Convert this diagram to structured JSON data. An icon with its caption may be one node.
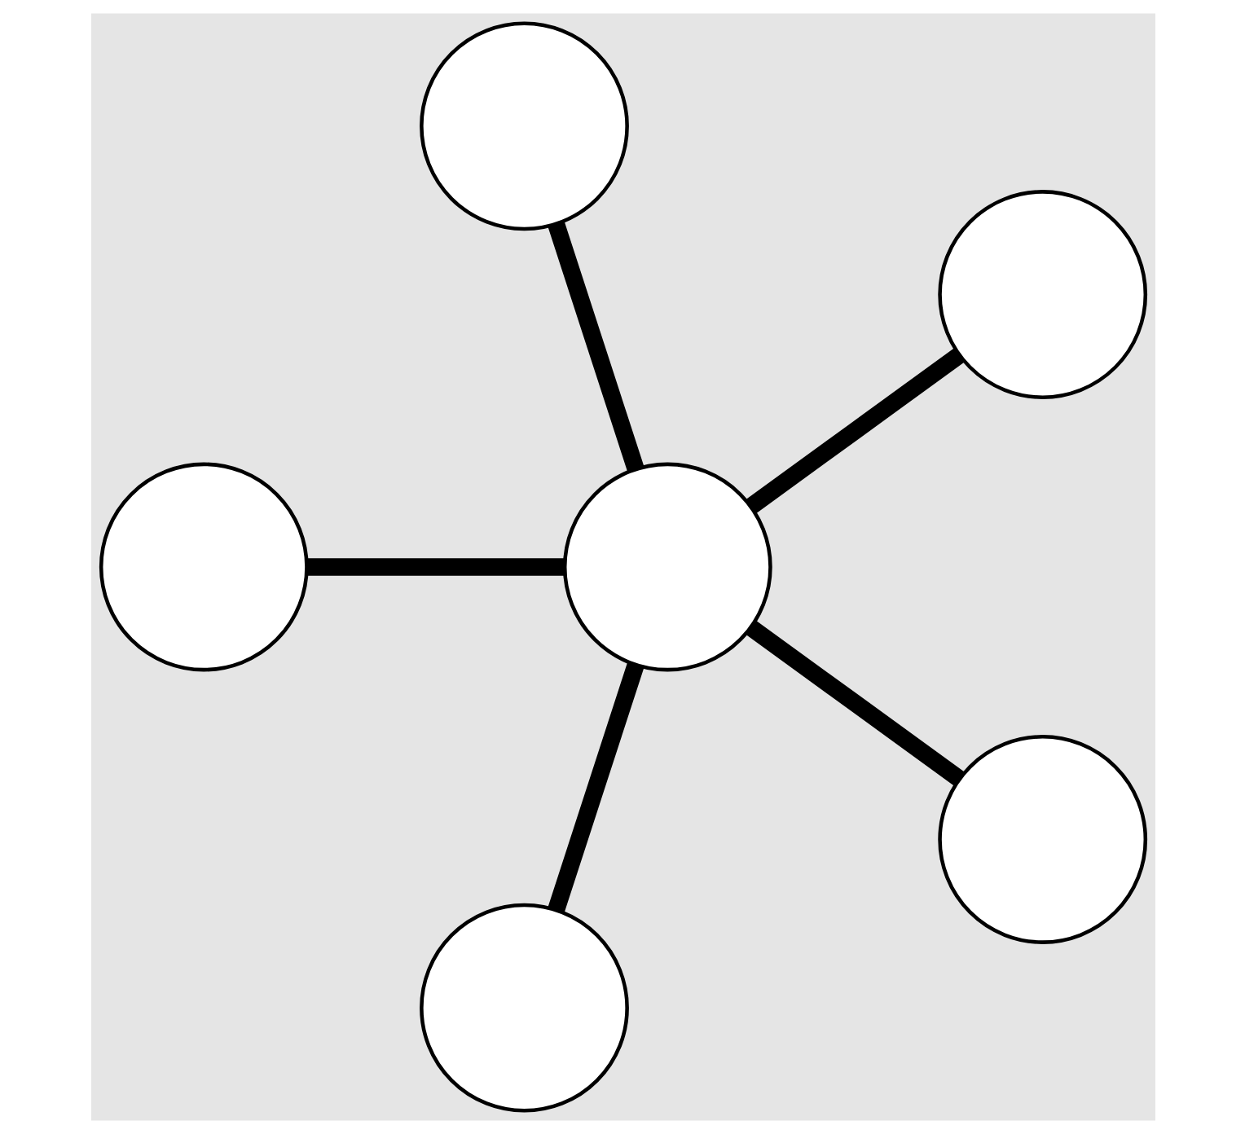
{
  "diagram": {
    "nodes": [
      {
        "text": [],
        "shape": "circle"
      },
      {
        "text": [],
        "shape": "circle"
      },
      {
        "text": [],
        "shape": "circle"
      },
      {
        "text": [],
        "shape": "circle"
      },
      {
        "text": [],
        "shape": "circle"
      },
      {
        "text": [],
        "shape": "circle"
      }
    ],
    "edges": [
      {
        "from": 2,
        "to": 0,
        "arrow": "none"
      },
      {
        "from": 2,
        "to": 1,
        "arrow": "none"
      },
      {
        "from": 2,
        "to": 3,
        "arrow": "none"
      },
      {
        "from": 2,
        "to": 4,
        "arrow": "none"
      },
      {
        "from": 2,
        "to": 5,
        "arrow": "none"
      }
    ]
  }
}
